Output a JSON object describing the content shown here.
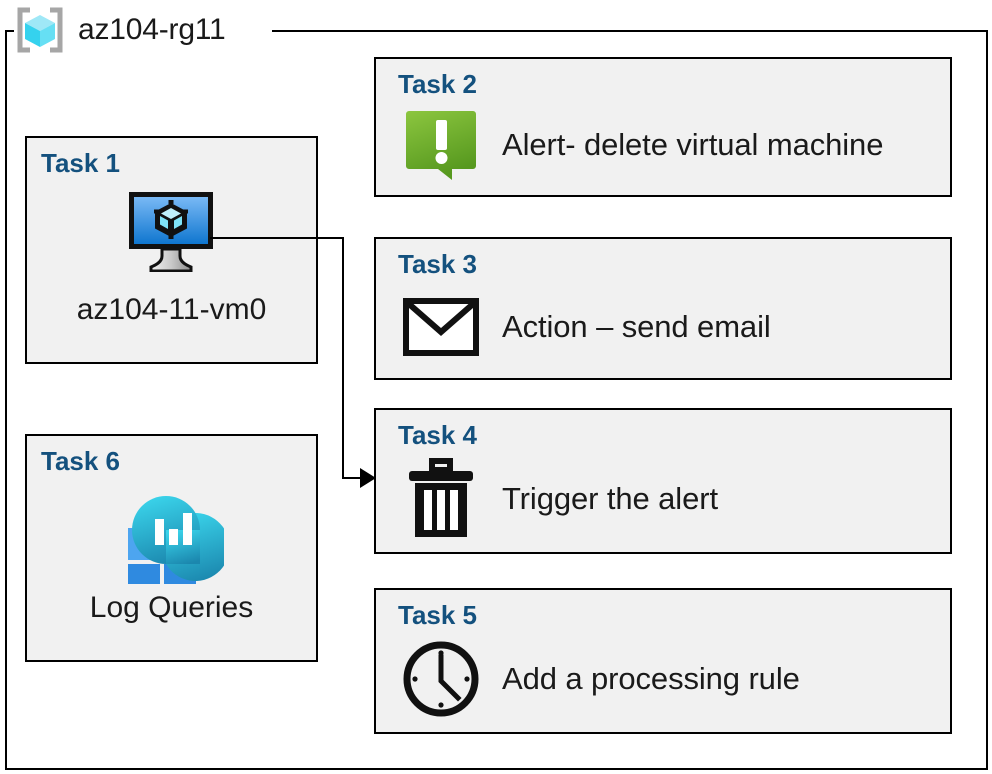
{
  "resource_group": {
    "icon": "resource-group-cube-icon",
    "title": "az104-rg11"
  },
  "accent_colors": {
    "task_label": "#14517e",
    "card_fill": "#f1f1f1",
    "card_border": "#000000",
    "alert_green_light": "#81c141",
    "alert_green_dark": "#5b9c26",
    "vm_blue_light": "#6ab0f3",
    "vm_blue_dark": "#147bd1",
    "log_cyan": "#32c8e6",
    "log_teal": "#1b8fb5",
    "log_tile_light": "#4da5f0",
    "log_tile_dark": "#2f8ae0"
  },
  "tasks": [
    {
      "id": "task1",
      "label": "Task 1",
      "icon": "virtual-machine-icon",
      "caption": "az104-11-vm0",
      "layout": "vertical"
    },
    {
      "id": "task2",
      "label": "Task 2",
      "icon": "alert-exclamation-icon",
      "caption": "Alert- delete virtual machine",
      "layout": "horizontal"
    },
    {
      "id": "task3",
      "label": "Task 3",
      "icon": "envelope-icon",
      "caption": "Action – send email",
      "layout": "horizontal"
    },
    {
      "id": "task4",
      "label": "Task 4",
      "icon": "trash-can-icon",
      "caption": "Trigger the alert",
      "layout": "horizontal"
    },
    {
      "id": "task5",
      "label": "Task 5",
      "icon": "clock-icon",
      "caption": "Add a processing rule",
      "layout": "horizontal"
    },
    {
      "id": "task6",
      "label": "Task 6",
      "icon": "log-analytics-icon",
      "caption": "Log Queries",
      "layout": "vertical"
    }
  ],
  "connector": {
    "from": "task1",
    "to": "task4",
    "arrow": "arrow-right"
  }
}
